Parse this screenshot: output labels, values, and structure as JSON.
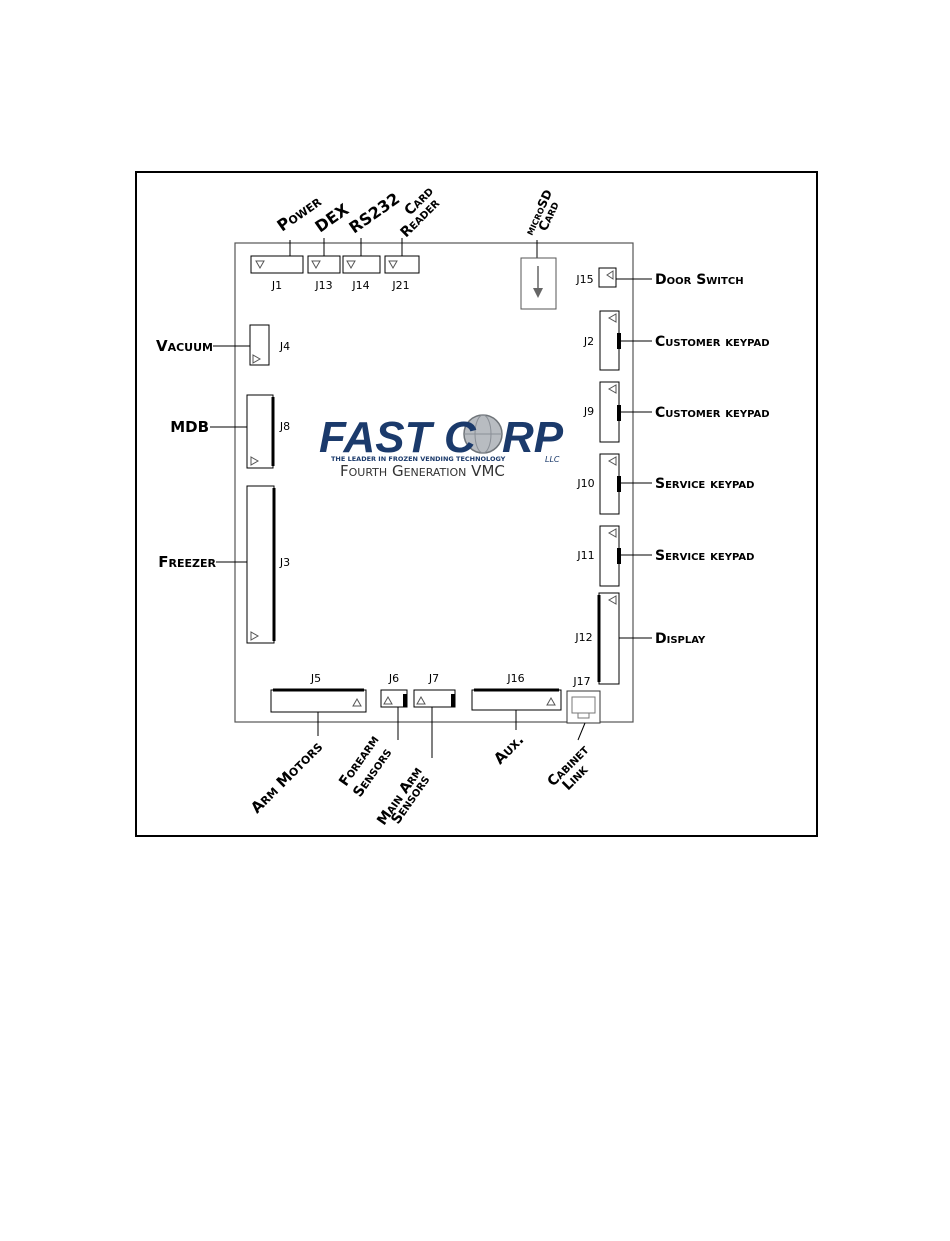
{
  "colors": {
    "outline": "#000000",
    "logo_blue": "#1b3a6b",
    "logo_silver": "#8a8f96",
    "marker": "#777777"
  },
  "connectors": {
    "J1": "J1",
    "J13": "J13",
    "J14": "J14",
    "J21": "J21",
    "J15": "J15",
    "J4": "J4",
    "J8": "J8",
    "J3": "J3",
    "J2": "J2",
    "J9": "J9",
    "J10": "J10",
    "J11": "J11",
    "J12": "J12",
    "J5": "J5",
    "J6": "J6",
    "J7": "J7",
    "J16": "J16",
    "J17": "J17"
  },
  "labels": {
    "power": "Power",
    "dex": "DEX",
    "rs232": "RS232",
    "card_reader": [
      "Card",
      "Reader"
    ],
    "microsd_card": [
      "microSD",
      "Card"
    ],
    "door_switch": "Door Switch",
    "vacuum": "Vacuum",
    "mdb": "MDB",
    "freezer": "Freezer",
    "customer_keypad_1": "Customer keypad",
    "customer_keypad_2": "Customer keypad",
    "service_keypad_1": "Service keypad",
    "service_keypad_2": "Service keypad",
    "display": "Display",
    "arm_motors": "Arm Motors",
    "forearm_sensors": [
      "Forearm",
      "Sensors"
    ],
    "main_arm_sensors": [
      "Main Arm",
      "Sensors"
    ],
    "aux": "Aux.",
    "cabinet_link": [
      "Cabinet",
      "Link"
    ]
  },
  "logo": {
    "brand_left": "FAST",
    "brand_c": "C",
    "brand_right": "RP",
    "suffix": "LLC",
    "tagline": "THE LEADER IN FROZEN VENDING TECHNOLOGY",
    "subtitle": "Fourth Generation VMC"
  },
  "icons": [
    "pin1-triangle-icon",
    "sd-card-arrow-icon",
    "rj45-jack-icon",
    "globe-icon"
  ]
}
